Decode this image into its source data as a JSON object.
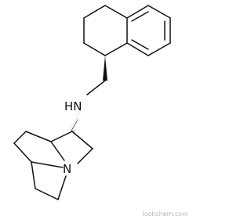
{
  "molecule": {
    "atoms": {
      "amine": "HN",
      "bridgehead_nitrogen": "N"
    }
  },
  "watermark": {
    "text": "lookchem.com"
  }
}
